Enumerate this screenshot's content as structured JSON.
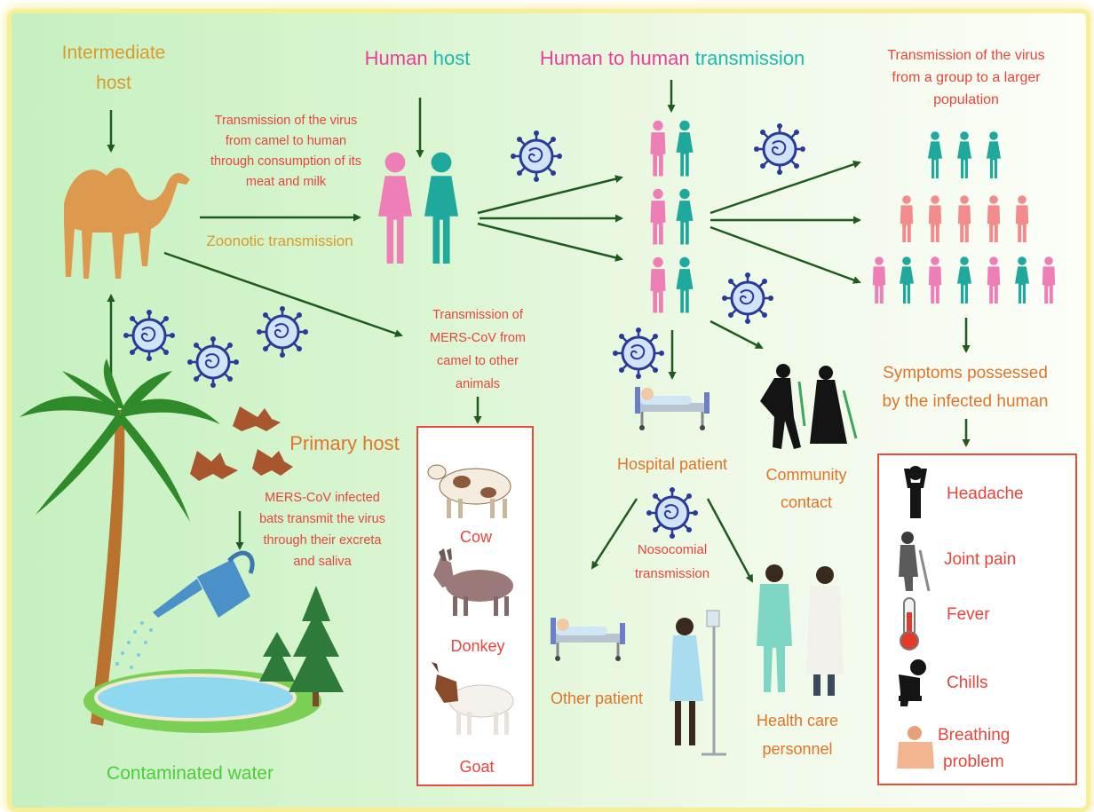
{
  "intermediate_host": [
    "Intermediate",
    "host"
  ],
  "human_host": {
    "word1": "Human",
    "word2": "host"
  },
  "h2h": {
    "word1": "Human to human",
    "word2": "transmission"
  },
  "larger_population": [
    "Transmission of the virus",
    "from a group to a larger",
    "population"
  ],
  "camel_to_human": [
    "Transmission of the virus",
    "from camel to human",
    "through consumption of its",
    "meat and milk"
  ],
  "zoonotic": "Zoonotic transmission",
  "camel_to_animals": [
    "Transmission of",
    "MERS-CoV from",
    "camel to other",
    "animals"
  ],
  "primary_host": "Primary host",
  "bats_text": [
    "MERS-CoV infected",
    "bats transmit the virus",
    "through their excreta",
    "and saliva"
  ],
  "contaminated_water": "Contaminated water",
  "animals": [
    "Cow",
    "Donkey",
    "Goat"
  ],
  "hospital_patient": "Hospital patient",
  "community_contact": [
    "Community",
    "contact"
  ],
  "nosocomial": [
    "Nosocomial",
    "transmission"
  ],
  "other_patient": "Other patient",
  "health_care": [
    "Health care",
    "personnel"
  ],
  "symptoms_title": [
    "Symptoms possessed",
    "by the infected human"
  ],
  "symptoms": [
    "Headache",
    "Joint pain",
    "Fever",
    "Chills",
    "Breathing",
    "problem"
  ],
  "colors": {
    "pink": "#ea3e9a",
    "teal": "#1fb8b0",
    "red_text": "#e8453b",
    "orange_text": "#e0752a",
    "green_text": "#4ccd3a",
    "arrow": "#1f5a1f",
    "virus": "#2a3a9a",
    "box_border": "#e64d3c"
  }
}
